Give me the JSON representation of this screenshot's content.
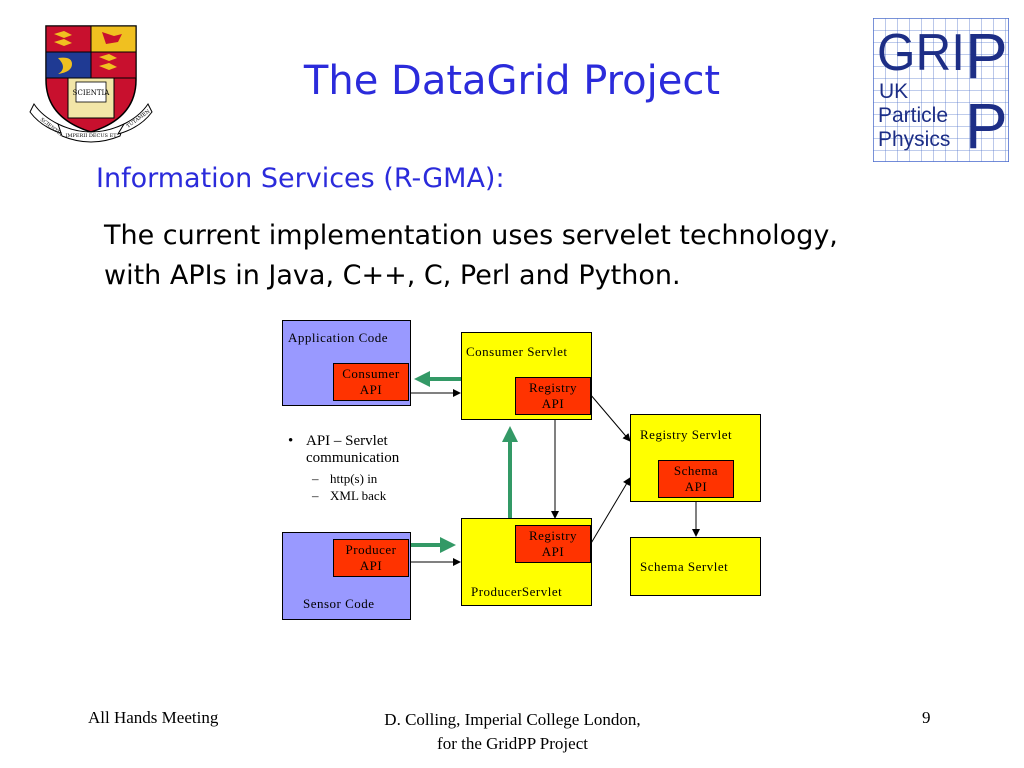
{
  "header": {
    "title": "The DataGrid Project",
    "subtitle": "Information Services (R-GMA):"
  },
  "body": {
    "line1": "The current implementation uses servelet technology,",
    "line2": "with APIs in Java, C++, C, Perl and Python."
  },
  "logos": {
    "crest_motto_left": "SCIENTIA",
    "crest_motto_bottom": "IMPERII DECUS ET",
    "crest_motto_right": "TUTAMEN",
    "crest_book": "SCIENTIA",
    "gridpp_grid": "GRI",
    "gridpp_p": "P",
    "gridpp_p2": "P",
    "gridpp_uk": "UK",
    "gridpp_particle": "Particle",
    "gridpp_physics": "Physics"
  },
  "diagram": {
    "application_code": "Application Code",
    "consumer_api_1": "Consumer",
    "consumer_api_2": "API",
    "consumer_servlet": "Consumer Servlet",
    "registry_api_top_1": "Registry",
    "registry_api_top_2": "API",
    "registry_servlet": "Registry Servlet",
    "schema_api_1": "Schema",
    "schema_api_2": "API",
    "schema_servlet": "Schema Servlet",
    "producer_api_1": "Producer",
    "producer_api_2": "API",
    "sensor_code": "Sensor Code",
    "registry_api_bottom_1": "Registry",
    "registry_api_bottom_2": "API",
    "producer_servlet": "ProducerServlet",
    "bullet_main_1": "API – Servlet",
    "bullet_main_2": "communication",
    "bullet_sub_1": "http(s) in",
    "bullet_sub_2": "XML back",
    "colors": {
      "client_box": "#9999ff",
      "servlet_box": "#ffff00",
      "api_box": "#ff3300",
      "bold_arrow": "#339966"
    }
  },
  "footer": {
    "left": "All Hands Meeting",
    "center_1": "D. Colling, Imperial College London,",
    "center_2": "for the GridPP Project",
    "page": "9"
  }
}
